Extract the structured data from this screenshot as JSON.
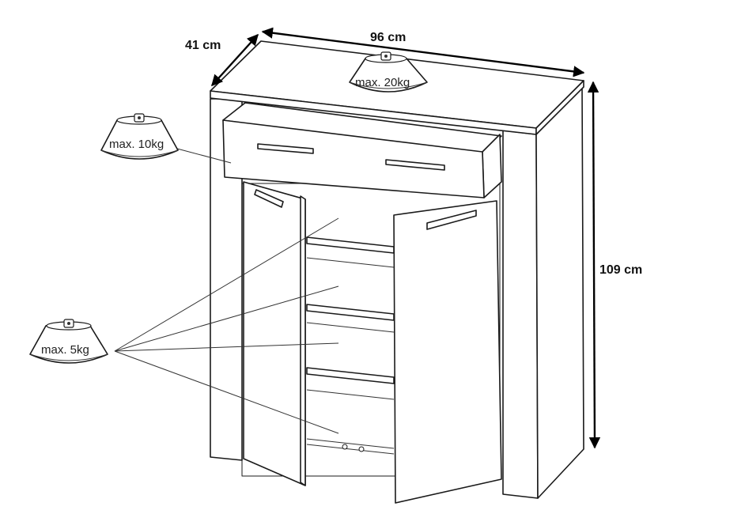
{
  "dimensions": {
    "depth": "41 cm",
    "width": "96 cm",
    "height": "109 cm"
  },
  "load_limits": {
    "top": "max. 20kg",
    "drawer": "max. 10kg",
    "shelves": "max. 5kg"
  }
}
